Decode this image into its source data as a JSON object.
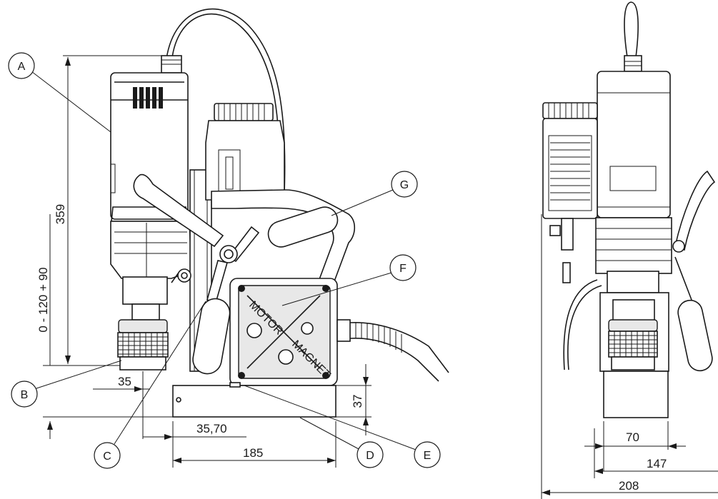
{
  "callouts": {
    "A": "A",
    "B": "B",
    "C": "C",
    "D": "D",
    "E": "E",
    "F": "F",
    "G": "G"
  },
  "dimensions": {
    "total_height": "359",
    "stroke": "0 - 120 + 90",
    "spindle_offset": "35",
    "spindle_to_base": "35,70",
    "base_length": "185",
    "base_height": "37",
    "side_spindle_width": "70",
    "side_base_width": "147",
    "side_total_width": "208"
  },
  "labels": {
    "motor": "MOTOR",
    "magnet": "MAGNET"
  }
}
